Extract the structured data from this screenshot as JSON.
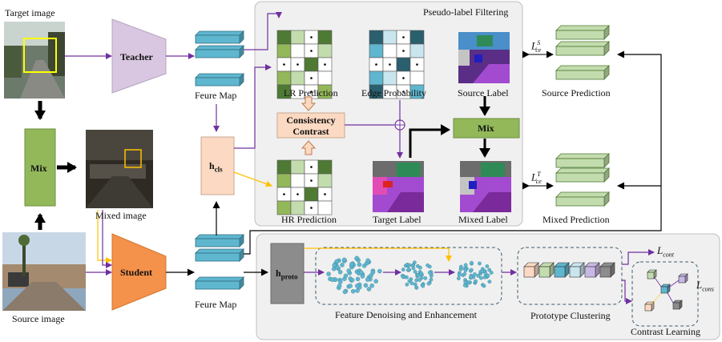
{
  "images": {
    "target_image": "Target image",
    "mixed_image": "Mixed image",
    "source_image": "Source image"
  },
  "modules": {
    "teacher": "Teacher",
    "student": "Student",
    "mix_left": "Mix",
    "h_cls_main": "h",
    "h_cls_sub": "cls",
    "h_proto_main": "h",
    "h_proto_sub": "proto",
    "consistency_contrast_line1": "Consistency",
    "consistency_contrast_line2": "Contrast",
    "mix_right": "Mix"
  },
  "feature_maps": {
    "top": "Feure Map",
    "bottom": "Feure Map"
  },
  "pseudo_label_panel": {
    "title": "Pseudo-label Filtering",
    "lr_prediction": "LR Prediction",
    "edge_probability": "Edge Probability",
    "source_label": "Source Label",
    "hr_prediction": "HR Prediction",
    "target_label": "Target Label",
    "mixed_label": "Mixed Label"
  },
  "predictions": {
    "source_prediction": "Source Prediction",
    "mixed_prediction": "Mixed Prediction",
    "loss_s": "L",
    "loss_s_sup": "S",
    "loss_s_sub": "ce",
    "loss_t": "L",
    "loss_t_sup": "T",
    "loss_t_sub": "ce"
  },
  "bottom_panel": {
    "feature_denoising": "Feature Denoising and Enhancement",
    "prototype_clustering": "Prototype Clustering",
    "contrast_learning": "Contrast Learning",
    "l_cont": "L",
    "l_cont_sub": "cont",
    "l_cons": "L",
    "l_cons_sub": "cons"
  },
  "colors": {
    "purple_arrow": "#7030a0",
    "yellow_arrow": "#ffc000",
    "teacher_fill": "#d9c6e0",
    "student_fill": "#f4914a",
    "mix_fill": "#93b85a",
    "hcls_fill": "#fbd9c2",
    "hproto_fill": "#8c8c8c",
    "feature_block": "#5fb6cf",
    "prediction_block": "#c3dcae",
    "panel_bg": "#f0f0f0",
    "dot_color": "#5fb6cf"
  }
}
